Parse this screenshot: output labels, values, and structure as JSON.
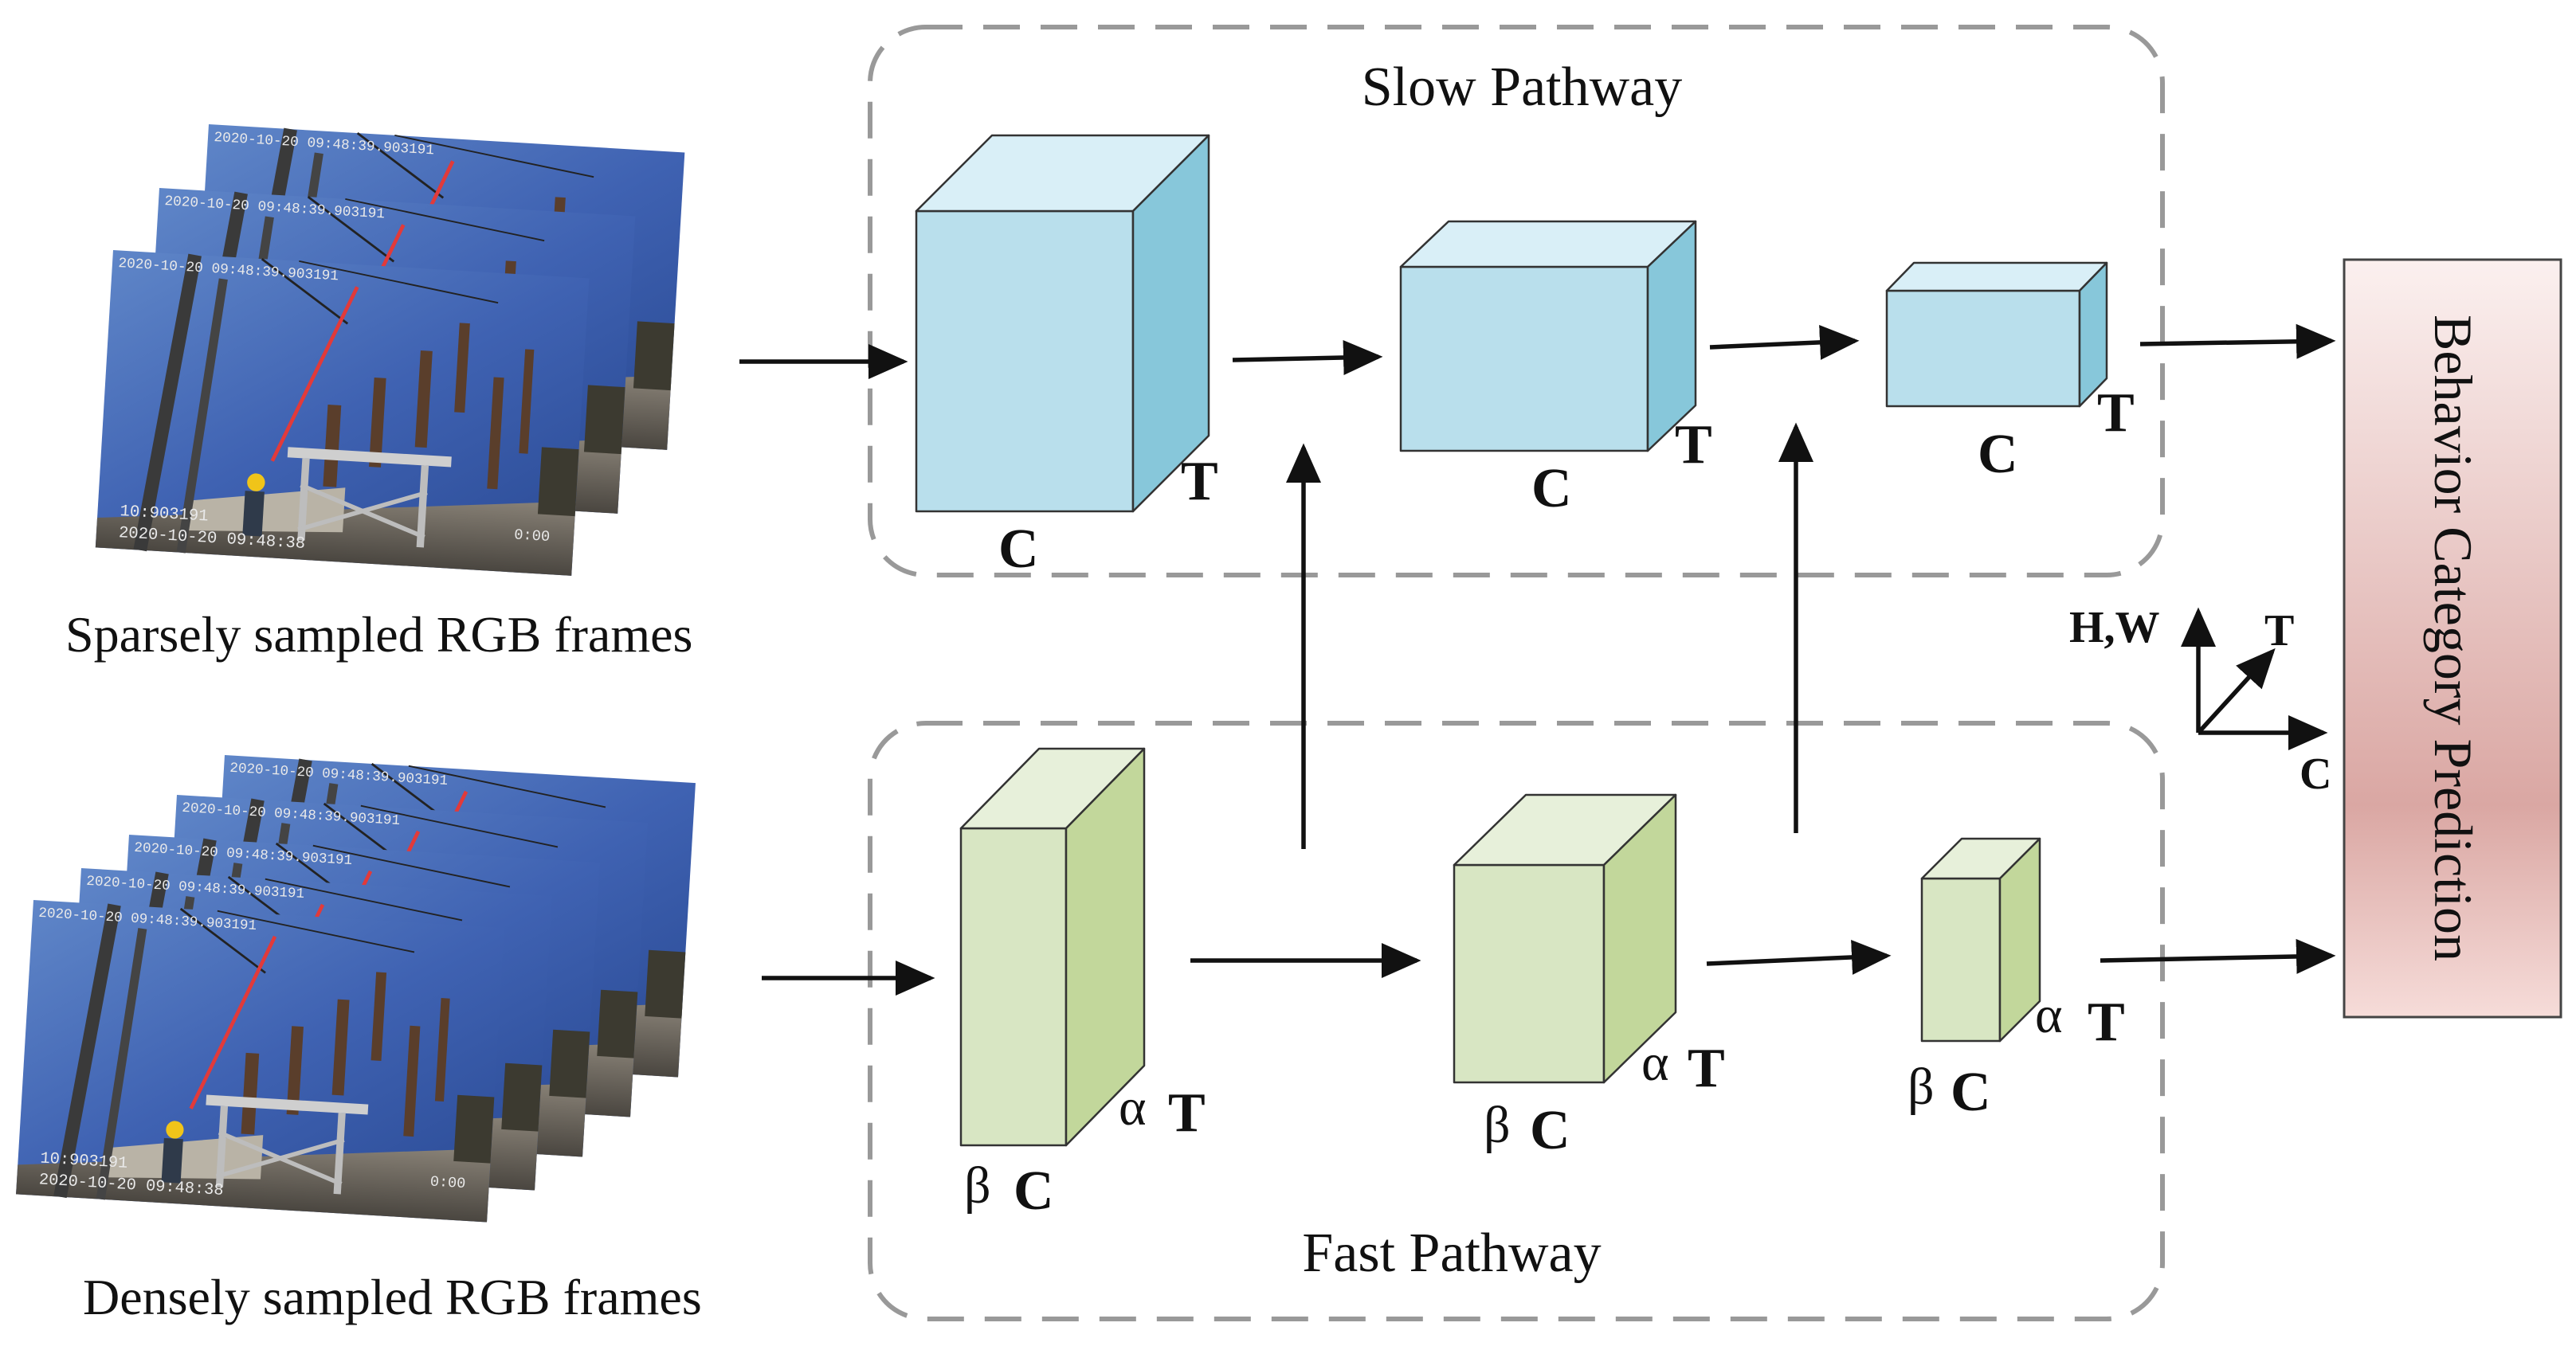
{
  "slow_pathway": {
    "title": "Slow Pathway",
    "input_caption": "Sparsely sampled RGB frames",
    "blocks": [
      {
        "c_label": "C",
        "t_label": "T"
      },
      {
        "c_label": "C",
        "t_label": "T"
      },
      {
        "c_label": "C",
        "t_label": "T"
      }
    ],
    "colors": {
      "front": "#b9dfec",
      "top": "#d9eff7",
      "side": "#87c7da",
      "stroke": "#333333"
    }
  },
  "fast_pathway": {
    "title": "Fast Pathway",
    "input_caption": "Densely sampled RGB frames",
    "blocks": [
      {
        "beta": "β",
        "c_label": "C",
        "alpha": "α",
        "t_label": "T"
      },
      {
        "beta": "β",
        "c_label": "C",
        "alpha": "α",
        "t_label": "T"
      },
      {
        "beta": "β",
        "c_label": "C",
        "alpha": "α",
        "t_label": "T"
      }
    ],
    "colors": {
      "front": "#d8e6c3",
      "top": "#e7f0da",
      "side": "#c2d79b",
      "stroke": "#333333"
    }
  },
  "output": {
    "label": "Behavior Category Prediction",
    "gradient": [
      "#fbf0ef",
      "#daa7a3",
      "#f6dcd9"
    ]
  },
  "axes_legend": {
    "vertical": "H,W",
    "diagonal": "T",
    "horizontal": "C"
  },
  "frames": {
    "sparse_timestamp": "2020-10-20 09:48:39.903191",
    "dense_timestamp": "2020-10-20 09:48:39.903191",
    "overlay_code": "10:903191",
    "overlay_date": "2020-10-20 09:48:38",
    "overlay_right": "0:00",
    "sparse_count": 3,
    "dense_count": 5
  },
  "colors": {
    "dashed_border": "#999999",
    "arrow": "#111111"
  }
}
